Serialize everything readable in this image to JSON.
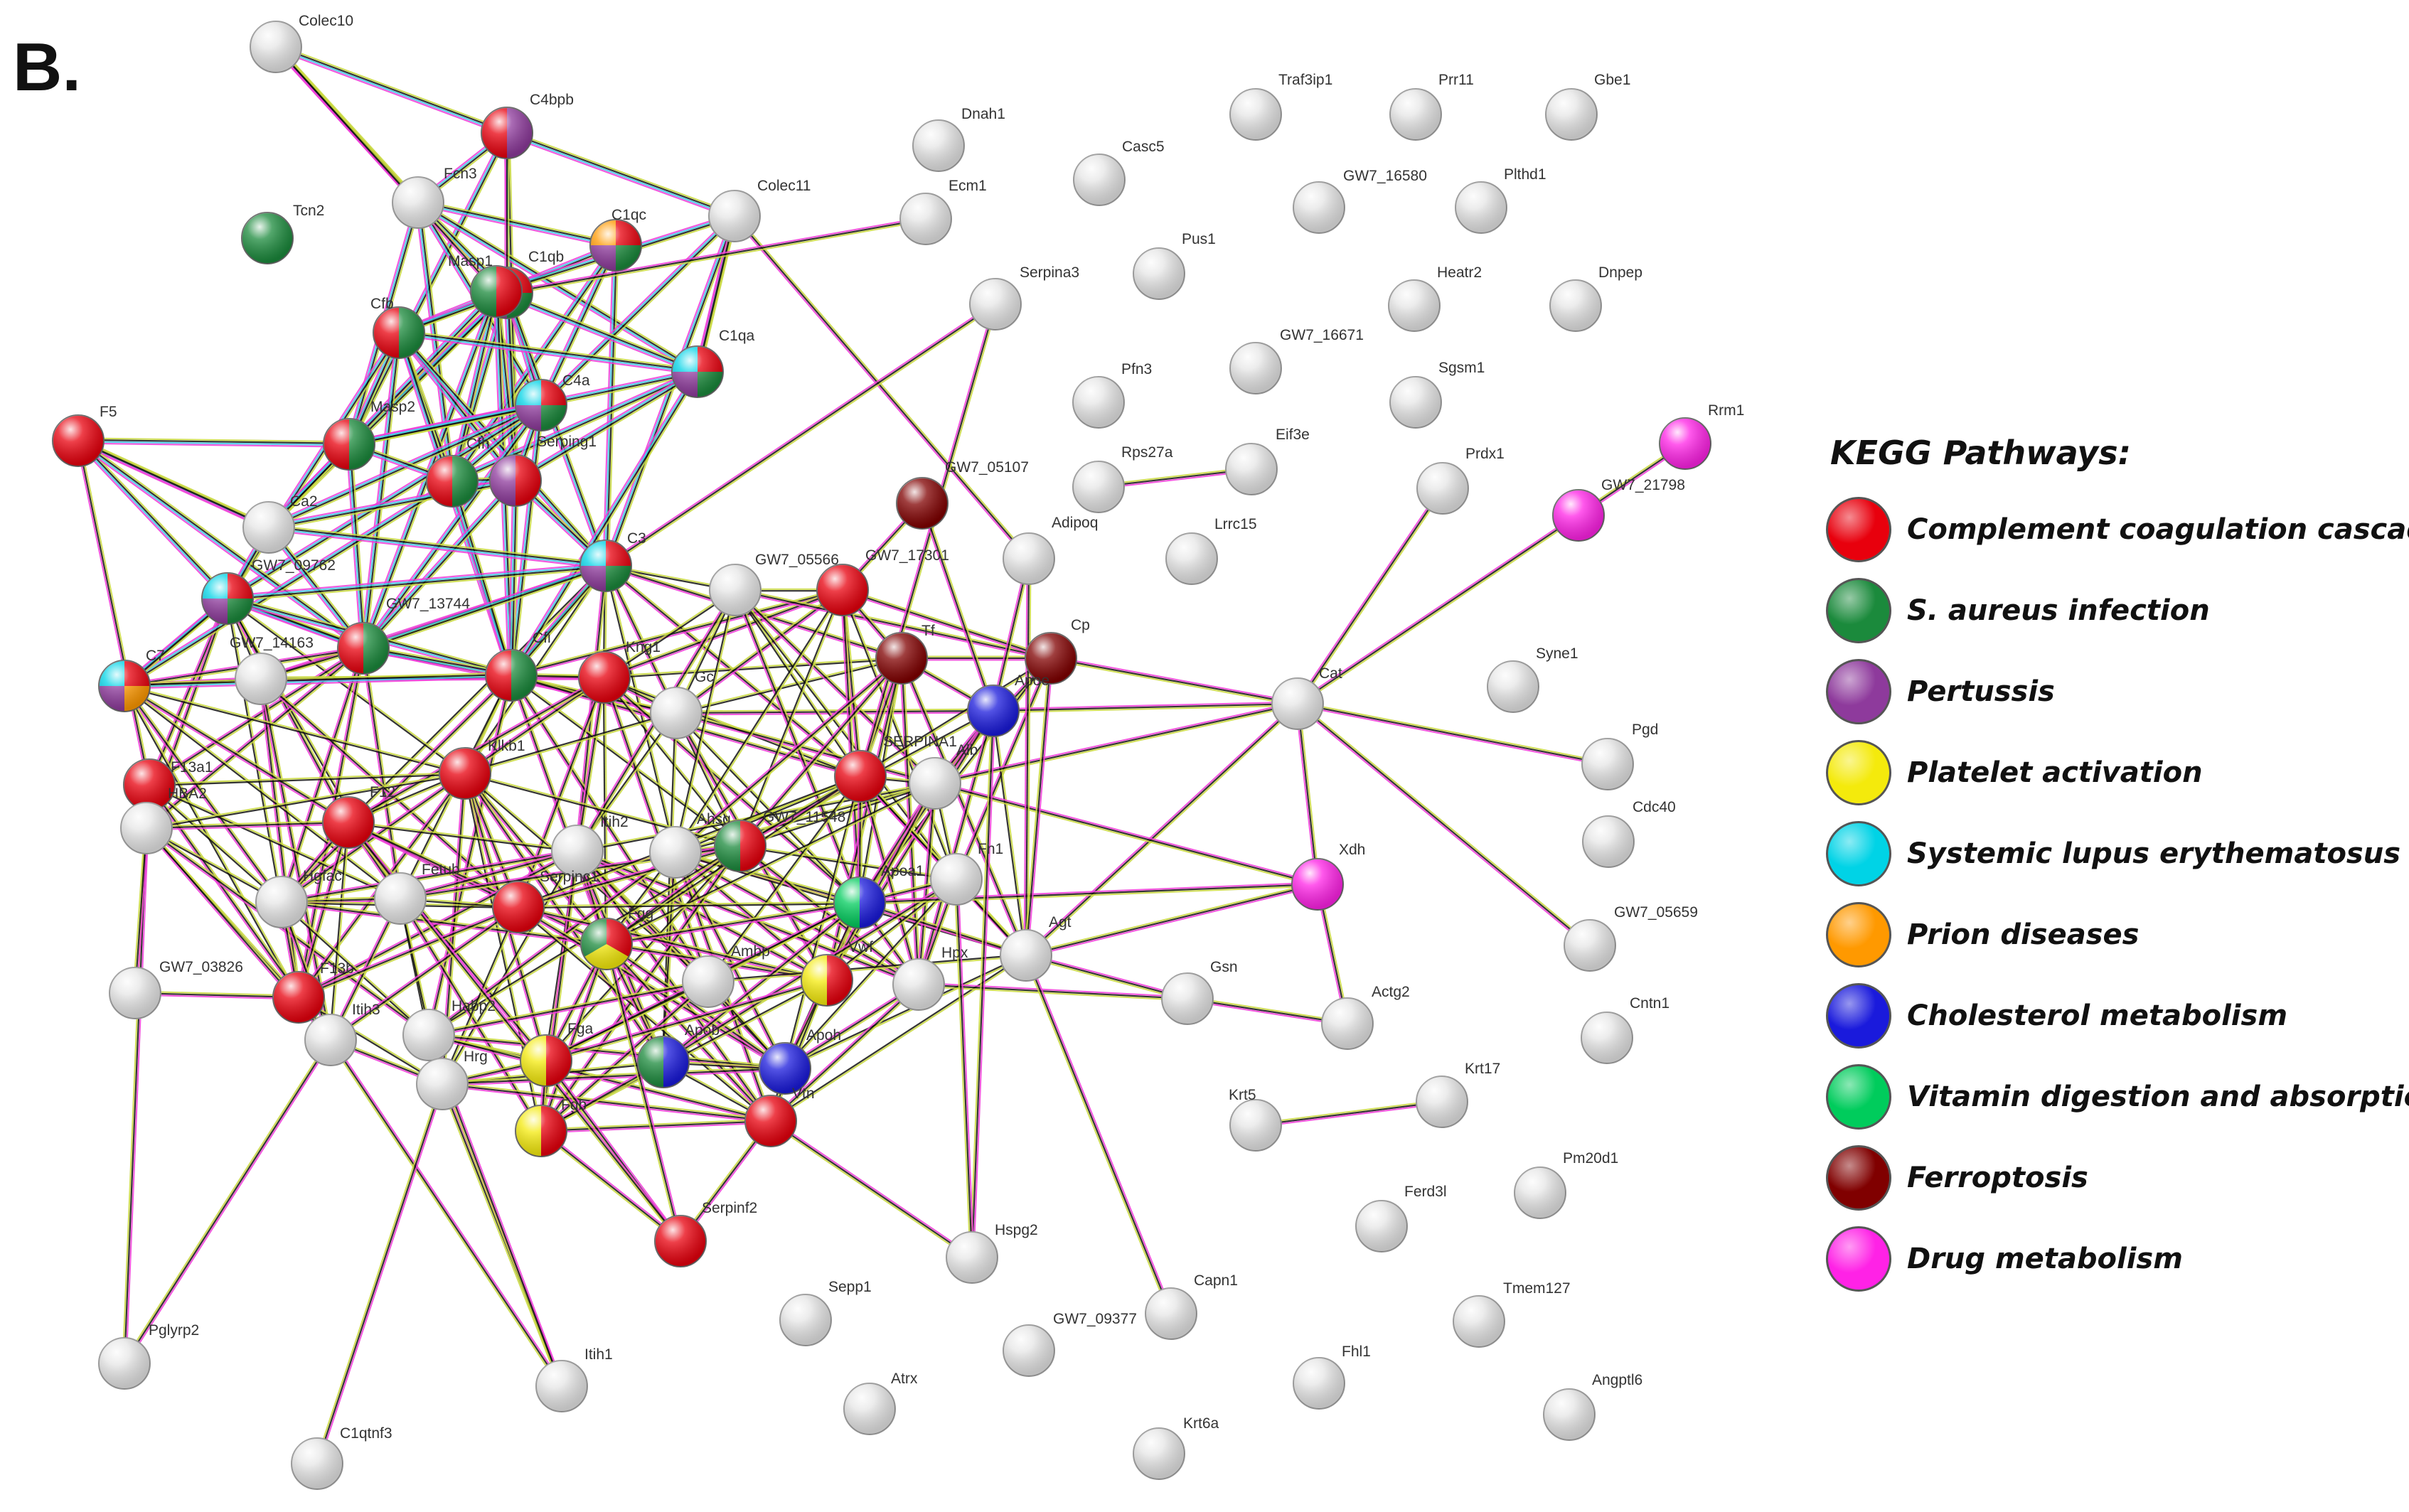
{
  "panel_letter": "B.",
  "legend": {
    "title": "KEGG Pathways:",
    "items": [
      {
        "label": "Complement coagulation cascade",
        "color": "#e8000d"
      },
      {
        "label": "S. aureus infection",
        "color": "#1b8a3c"
      },
      {
        "label": "Pertussis",
        "color": "#8e3a9c"
      },
      {
        "label": "Platelet activation",
        "color": "#f4ea0c"
      },
      {
        "label": "Systemic lupus erythematosus",
        "color": "#00d3e6"
      },
      {
        "label": "Prion diseases",
        "color": "#ff9900"
      },
      {
        "label": "Cholesterol metabolism",
        "color": "#1a1adc"
      },
      {
        "label": "Vitamin digestion and absorption",
        "color": "#00cc5c"
      },
      {
        "label": "Ferroptosis",
        "color": "#800000"
      },
      {
        "label": "Drug metabolism",
        "color": "#ff22e6"
      }
    ]
  },
  "nodes": [
    {
      "label": "Colec10",
      "pathways": []
    },
    {
      "label": "C4bpb",
      "pathways": [
        "Pertussis",
        "Complement coagulation cascade"
      ]
    },
    {
      "label": "Tcn2",
      "pathways": [
        "S. aureus infection"
      ]
    },
    {
      "label": "Fcn3",
      "pathways": []
    },
    {
      "label": "C1qc",
      "pathways": [
        "Complement coagulation cascade",
        "S. aureus infection",
        "Pertussis",
        "Prion diseases"
      ]
    },
    {
      "label": "Colec11",
      "pathways": []
    },
    {
      "label": "C1qb",
      "pathways": [
        "Complement coagulation cascade",
        "S. aureus infection",
        "Pertussis",
        "Systemic lupus erythematosus"
      ]
    },
    {
      "label": "Masp1",
      "pathways": [
        "Complement coagulation cascade",
        "S. aureus infection"
      ]
    },
    {
      "label": "Cfb",
      "pathways": [
        "S. aureus infection",
        "Complement coagulation cascade"
      ]
    },
    {
      "label": "C1qa",
      "pathways": [
        "Complement coagulation cascade",
        "S. aureus infection",
        "Pertussis",
        "Systemic lupus erythematosus"
      ]
    },
    {
      "label": "C4a",
      "pathways": [
        "Complement coagulation cascade",
        "S. aureus infection",
        "Pertussis",
        "Systemic lupus erythematosus"
      ]
    },
    {
      "label": "F5",
      "pathways": [
        "Complement coagulation cascade"
      ]
    },
    {
      "label": "Masp2",
      "pathways": [
        "S. aureus infection",
        "Complement coagulation cascade"
      ]
    },
    {
      "label": "Cfh",
      "pathways": [
        "S. aureus infection",
        "Complement coagulation cascade"
      ]
    },
    {
      "label": "Serping1",
      "pathways": [
        "Complement coagulation cascade",
        "Pertussis"
      ]
    },
    {
      "label": "Ca2",
      "pathways": []
    },
    {
      "label": "C3",
      "pathways": [
        "Complement coagulation cascade",
        "S. aureus infection",
        "Pertussis",
        "Systemic lupus erythematosus"
      ]
    },
    {
      "label": "GW7_09762",
      "pathways": [
        "Complement coagulation cascade",
        "S. aureus infection",
        "Pertussis",
        "Systemic lupus erythematosus"
      ]
    },
    {
      "label": "GW7_13744",
      "pathways": [
        "S. aureus infection",
        "Complement coagulation cascade"
      ]
    },
    {
      "label": "GW7_14163",
      "pathways": []
    },
    {
      "label": "C7",
      "pathways": [
        "Complement coagulation cascade",
        "Prion diseases",
        "Pertussis",
        "Systemic lupus erythematosus"
      ]
    },
    {
      "label": "Cfi",
      "pathways": [
        "S. aureus infection",
        "Complement coagulation cascade"
      ]
    },
    {
      "label": "Kng1",
      "pathways": [
        "Complement coagulation cascade"
      ]
    },
    {
      "label": "Gc",
      "pathways": []
    },
    {
      "label": "GW7_05566",
      "pathways": []
    },
    {
      "label": "GW7_17301",
      "pathways": [
        "Complement coagulation cascade"
      ]
    },
    {
      "label": "GW7_05107",
      "pathways": [
        "Ferroptosis"
      ]
    },
    {
      "label": "Tf",
      "pathways": [
        "Ferroptosis"
      ]
    },
    {
      "label": "Cp",
      "pathways": [
        "Ferroptosis"
      ]
    },
    {
      "label": "Apoe",
      "pathways": [
        "Cholesterol metabolism"
      ]
    },
    {
      "label": "F13a1",
      "pathways": [
        "Complement coagulation cascade"
      ]
    },
    {
      "label": "HBA2",
      "pathways": []
    },
    {
      "label": "Klkb1",
      "pathways": [
        "Complement coagulation cascade"
      ]
    },
    {
      "label": "F12",
      "pathways": [
        "Complement coagulation cascade"
      ]
    },
    {
      "label": "Itih2",
      "pathways": []
    },
    {
      "label": "Ahsg",
      "pathways": []
    },
    {
      "label": "GW7_11548",
      "pathways": [
        "Complement coagulation cascade",
        "S. aureus infection"
      ]
    },
    {
      "label": "SERPINA1",
      "pathways": [
        "Complement coagulation cascade"
      ]
    },
    {
      "label": "Alb",
      "pathways": []
    },
    {
      "label": "Hgfac",
      "pathways": []
    },
    {
      "label": "Fetub",
      "pathways": []
    },
    {
      "label": "Serpinc1",
      "pathways": [
        "Complement coagulation cascade"
      ]
    },
    {
      "label": "Fgg",
      "pathways": [
        "Complement coagulation cascade",
        "Platelet activation",
        "S. aureus infection"
      ]
    },
    {
      "label": "Apoa1",
      "pathways": [
        "Cholesterol metabolism",
        "Vitamin digestion and absorption"
      ]
    },
    {
      "label": "Fn1",
      "pathways": []
    },
    {
      "label": "Agt",
      "pathways": []
    },
    {
      "label": "GW7_03826",
      "pathways": []
    },
    {
      "label": "F13b",
      "pathways": [
        "Complement coagulation cascade"
      ]
    },
    {
      "label": "Itih3",
      "pathways": []
    },
    {
      "label": "Habp2",
      "pathways": []
    },
    {
      "label": "Ambp",
      "pathways": []
    },
    {
      "label": "Vwf",
      "pathways": [
        "Complement coagulation cascade",
        "Platelet activation"
      ]
    },
    {
      "label": "Hpx",
      "pathways": []
    },
    {
      "label": "Hrg",
      "pathways": []
    },
    {
      "label": "Fga",
      "pathways": [
        "Complement coagulation cascade",
        "Platelet activation"
      ]
    },
    {
      "label": "Apob",
      "pathways": [
        "Cholesterol metabolism",
        "S. aureus infection"
      ]
    },
    {
      "label": "Apoh",
      "pathways": [
        "Cholesterol metabolism"
      ]
    },
    {
      "label": "Fgb",
      "pathways": [
        "Complement coagulation cascade",
        "Platelet activation"
      ]
    },
    {
      "label": "Vtn",
      "pathways": [
        "Complement coagulation cascade"
      ]
    },
    {
      "label": "Serpinf2",
      "pathways": [
        "Complement coagulation cascade"
      ]
    },
    {
      "label": "Dnah1",
      "pathways": []
    },
    {
      "label": "Ecm1",
      "pathways": []
    },
    {
      "label": "Casc5",
      "pathways": []
    },
    {
      "label": "Traf3ip1",
      "pathways": []
    },
    {
      "label": "Prr11",
      "pathways": []
    },
    {
      "label": "Gbe1",
      "pathways": []
    },
    {
      "label": "GW7_16580",
      "pathways": []
    },
    {
      "label": "Plthd1",
      "pathways": []
    },
    {
      "label": "Pus1",
      "pathways": []
    },
    {
      "label": "Serpina3",
      "pathways": []
    },
    {
      "label": "Heatr2",
      "pathways": []
    },
    {
      "label": "Dnpep",
      "pathways": []
    },
    {
      "label": "Pfn3",
      "pathways": []
    },
    {
      "label": "GW7_16671",
      "pathways": []
    },
    {
      "label": "Sgsm1",
      "pathways": []
    },
    {
      "label": "Rrm1",
      "pathways": [
        "Drug metabolism"
      ]
    },
    {
      "label": "Rps27a",
      "pathways": []
    },
    {
      "label": "Eif3e",
      "pathways": []
    },
    {
      "label": "Prdx1",
      "pathways": []
    },
    {
      "label": "GW7_21798",
      "pathways": [
        "Drug metabolism"
      ]
    },
    {
      "label": "Adipoq",
      "pathways": []
    },
    {
      "label": "Lrrc15",
      "pathways": []
    },
    {
      "label": "Cat",
      "pathways": []
    },
    {
      "label": "Syne1",
      "pathways": []
    },
    {
      "label": "Pgd",
      "pathways": []
    },
    {
      "label": "Cdc40",
      "pathways": []
    },
    {
      "label": "Xdh",
      "pathways": [
        "Drug metabolism"
      ]
    },
    {
      "label": "GW7_05659",
      "pathways": []
    },
    {
      "label": "Gsn",
      "pathways": []
    },
    {
      "label": "Actg2",
      "pathways": []
    },
    {
      "label": "Cntn1",
      "pathways": []
    },
    {
      "label": "Krt17",
      "pathways": []
    },
    {
      "label": "Krt5",
      "pathways": []
    },
    {
      "label": "Pm20d1",
      "pathways": []
    },
    {
      "label": "Ferd3l",
      "pathways": []
    },
    {
      "label": "Hspg2",
      "pathways": []
    },
    {
      "label": "Sepp1",
      "pathways": []
    },
    {
      "label": "Capn1",
      "pathways": []
    },
    {
      "label": "GW7_09377",
      "pathways": []
    },
    {
      "label": "Tmem127",
      "pathways": []
    },
    {
      "label": "Pglyrp2",
      "pathways": []
    },
    {
      "label": "Itih1",
      "pathways": []
    },
    {
      "label": "Atrx",
      "pathways": []
    },
    {
      "label": "Fhl1",
      "pathways": []
    },
    {
      "label": "Angptl6",
      "pathways": []
    },
    {
      "label": "Krt6a",
      "pathways": []
    },
    {
      "label": "C1qtnf3",
      "pathways": []
    }
  ]
}
